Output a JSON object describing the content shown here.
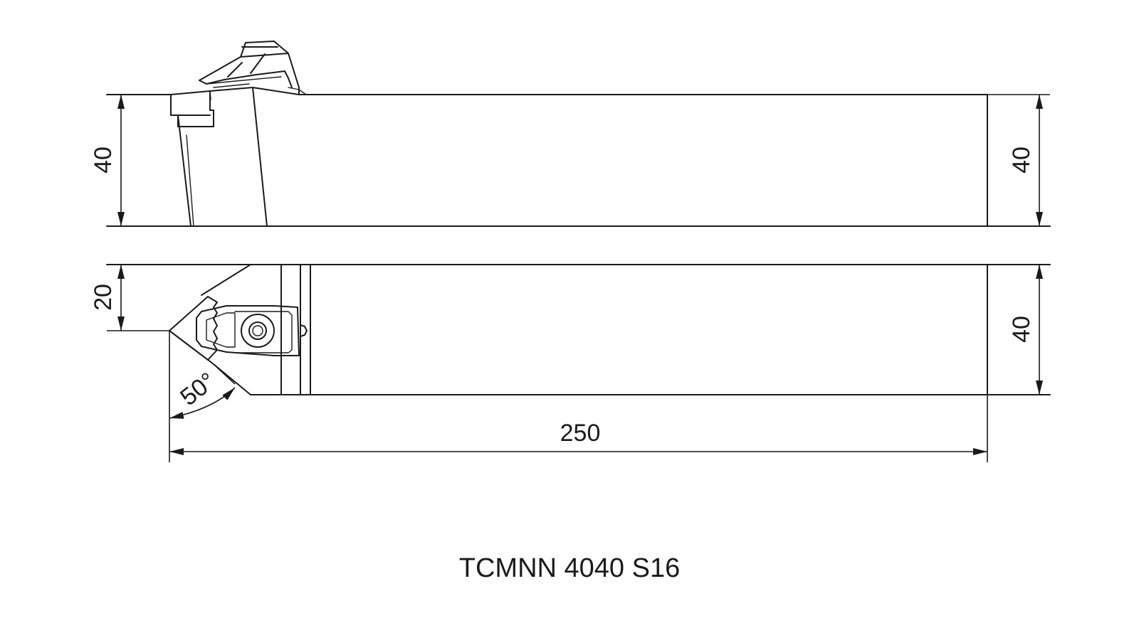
{
  "part_code": "TCMNN 4040 S16",
  "dimensions": {
    "side_view_left_height": "40",
    "side_view_right_height": "40",
    "top_view_offset": "20",
    "top_view_right_width": "40",
    "overall_length": "250",
    "approach_angle": "50°"
  },
  "colors": {
    "line": "#1a1a1a",
    "background": "#ffffff"
  }
}
